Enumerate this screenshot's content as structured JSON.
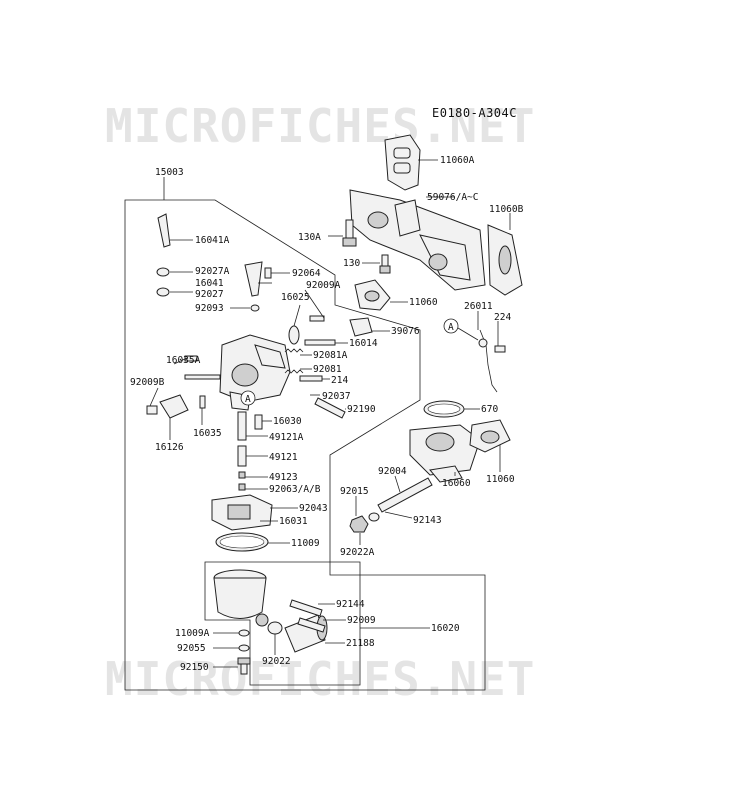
{
  "diagram_code": "E0180-A304C",
  "watermark": "MICROFICHES.NET",
  "callout_ref": "A",
  "labels": {
    "p15003": "15003",
    "p11060A": "11060A",
    "p59076": "59076/A~C",
    "p11060B": "11060B",
    "p130A": "130A",
    "p130": "130",
    "p11060top": "11060",
    "p16041A": "16041A",
    "p92027A": "92027A",
    "p92064": "92064",
    "p16041": "16041",
    "p92009A": "92009A",
    "p92027": "92027",
    "p16025": "16025",
    "p92093": "92093",
    "p26011": "26011",
    "p224": "224",
    "p39076": "39076",
    "p16014": "16014",
    "p92081A": "92081A",
    "p16035A": "16035A",
    "p92081": "92081",
    "p214": "214",
    "p92009B": "92009B",
    "p92037": "92037",
    "p92190": "92190",
    "p670": "670",
    "p16035": "16035",
    "p16126": "16126",
    "p16030": "16030",
    "p49121A": "49121A",
    "p49121": "49121",
    "p11060right": "11060",
    "p92004": "92004",
    "p49123": "49123",
    "p92063": "92063/A/B",
    "p92015": "92015",
    "p16060": "16060",
    "p92043": "92043",
    "p92143": "92143",
    "p16031": "16031",
    "p92022A": "92022A",
    "p11009": "11009",
    "p92144": "92144",
    "p92009": "92009",
    "p16020": "16020",
    "p11009A": "11009A",
    "p21188": "21188",
    "p92055": "92055",
    "p92022": "92022",
    "p92150": "92150"
  }
}
